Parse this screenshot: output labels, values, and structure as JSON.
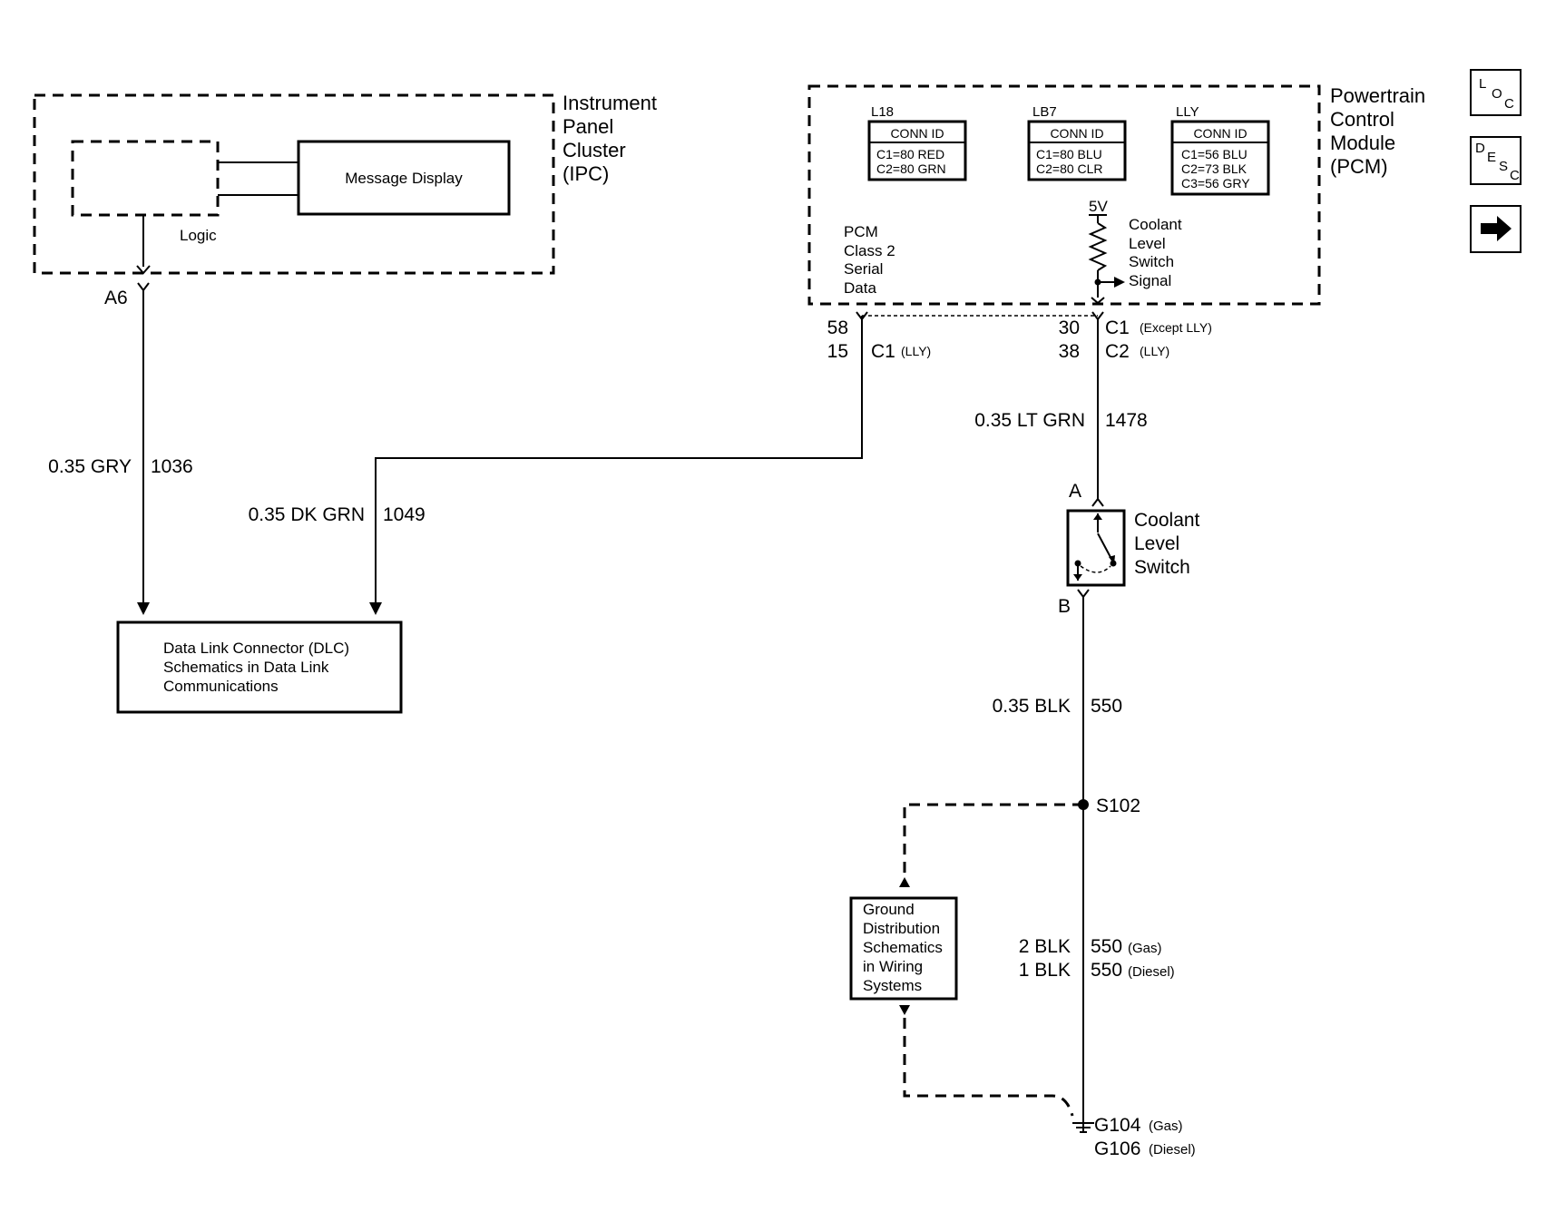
{
  "ipc": {
    "title": [
      "Instrument",
      "Panel",
      "Cluster",
      "(IPC)"
    ],
    "message_display": "Message Display",
    "logic": "Logic",
    "pin": "A6"
  },
  "pcm": {
    "title": [
      "Powertrain",
      "Control",
      "Module",
      "(PCM)"
    ],
    "connectors": [
      {
        "engine": "L18",
        "header": "CONN ID",
        "lines": [
          "C1=80 RED",
          "C2=80 GRN"
        ]
      },
      {
        "engine": "LB7",
        "header": "CONN ID",
        "lines": [
          "C1=80 BLU",
          "C2=80 CLR"
        ]
      },
      {
        "engine": "LLY",
        "header": "CONN ID",
        "lines": [
          "C1=56 BLU",
          "C2=73 BLK",
          "C3=56 GRY"
        ]
      }
    ],
    "serial_data_label": [
      "PCM",
      "Class 2",
      "Serial",
      "Data"
    ],
    "voltage": "5V",
    "coolant_signal_label": [
      "Coolant",
      "Level",
      "Switch",
      "Signal"
    ]
  },
  "pins": {
    "serial_top": "58",
    "serial_bottom": "15",
    "serial_conn": "C1",
    "serial_conn_note": "(LLY)",
    "coolant_top": "30",
    "coolant_bottom": "38",
    "coolant_conn_top": "C1",
    "coolant_conn_top_note": "(Except LLY)",
    "coolant_conn_bottom": "C2",
    "coolant_conn_bottom_note": "(LLY)"
  },
  "wires": {
    "gry": {
      "gauge_color": "0.35 GRY",
      "circuit": "1036"
    },
    "dk_grn": {
      "gauge_color": "0.35 DK GRN",
      "circuit": "1049"
    },
    "lt_grn": {
      "gauge_color": "0.35 LT GRN",
      "circuit": "1478"
    },
    "blk": {
      "gauge_color": "0.35 BLK",
      "circuit": "550"
    },
    "blk_gas": {
      "gauge_color": "2 BLK",
      "circuit": "550",
      "note": "(Gas)"
    },
    "blk_diesel": {
      "gauge_color": "1 BLK",
      "circuit": "550",
      "note": "(Diesel)"
    }
  },
  "dlc": {
    "lines": [
      "Data Link Connector (DLC)",
      "Schematics in Data Link",
      "Communications"
    ]
  },
  "switch": {
    "title": [
      "Coolant",
      "Level",
      "Switch"
    ],
    "pin_a": "A",
    "pin_b": "B"
  },
  "splice": {
    "label": "S102"
  },
  "ground_box": {
    "lines": [
      "Ground",
      "Distribution",
      "Schematics",
      "in Wiring",
      "Systems"
    ]
  },
  "grounds": {
    "gas": "G104",
    "gas_note": "(Gas)",
    "diesel": "G106",
    "diesel_note": "(Diesel)"
  },
  "nav": {
    "loc": [
      "L",
      "O",
      "C"
    ],
    "desc": [
      "D",
      "E",
      "S",
      "C"
    ]
  }
}
